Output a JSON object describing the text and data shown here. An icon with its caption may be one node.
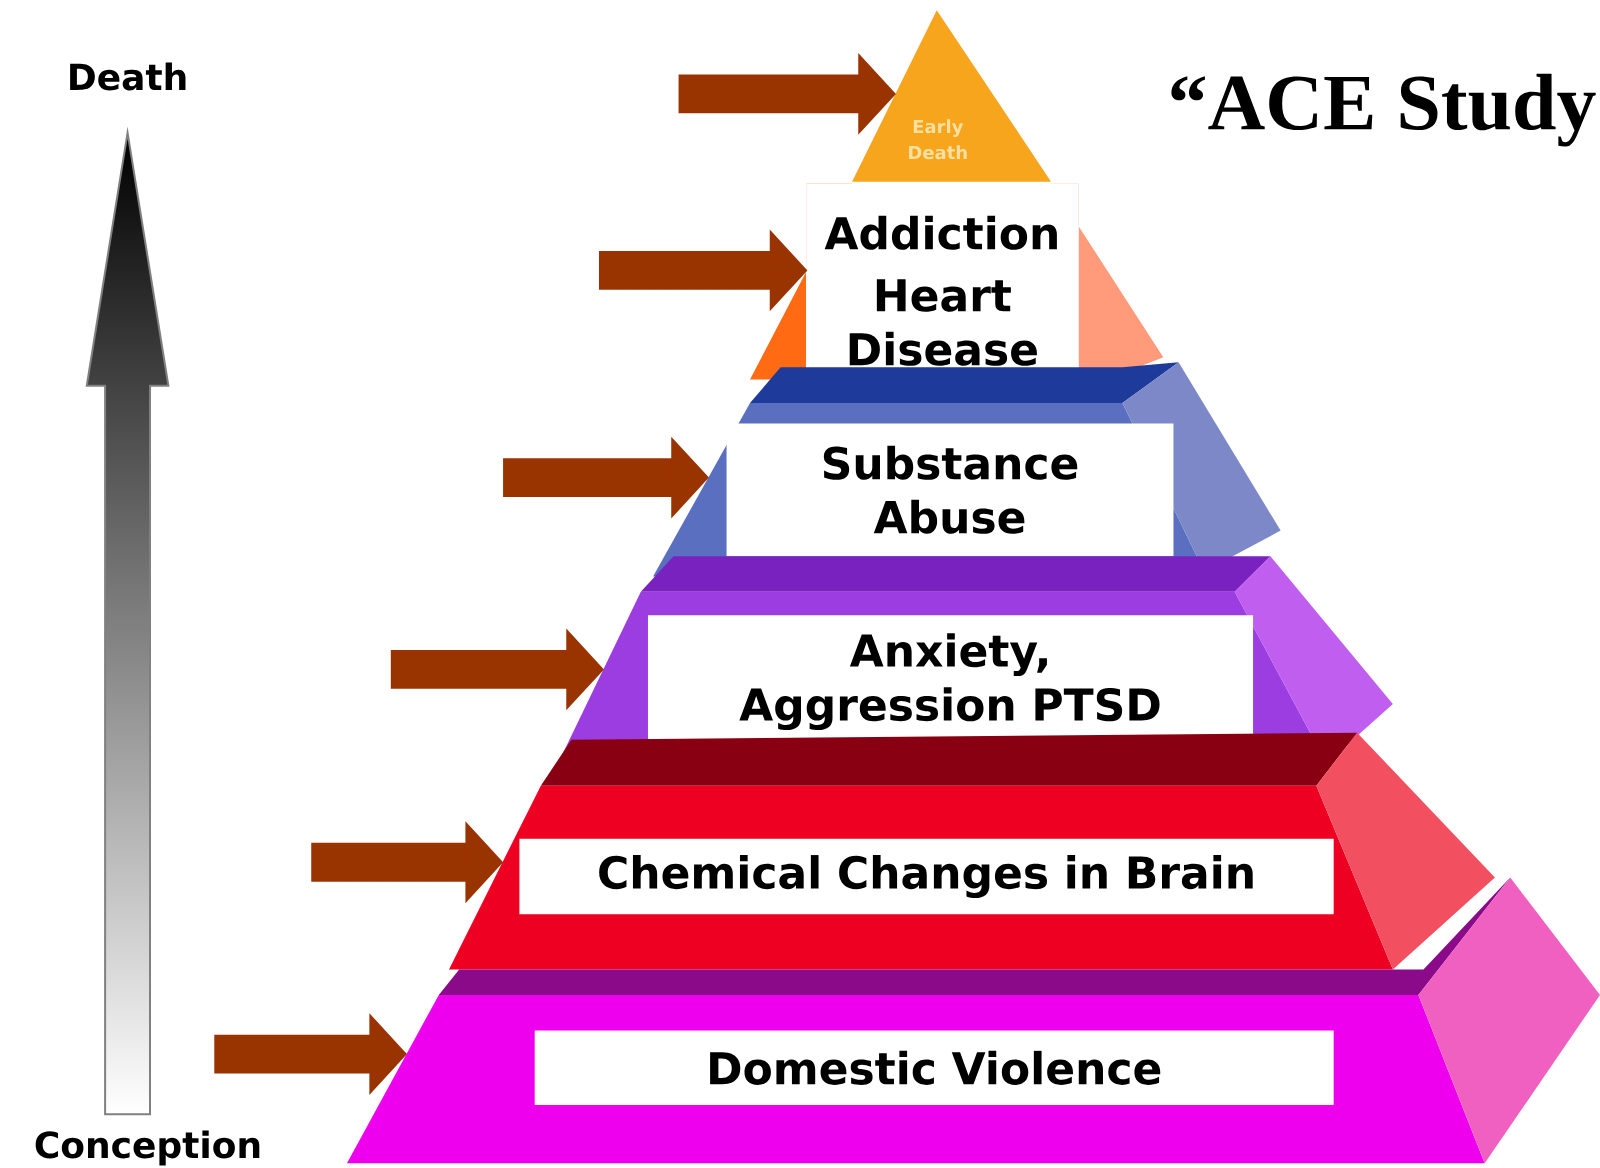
{
  "diagram": {
    "title": "“ACE Study",
    "nodes": [
      {
        "text": [
          "Early Death"
        ]
      },
      {
        "text": [
          "Addiction",
          "Heart Disease"
        ]
      },
      {
        "text": [
          "Substance Abuse"
        ]
      },
      {
        "text": [
          "Anxiety, Aggression PTSD"
        ]
      },
      {
        "text": [
          "Chemical Changes in Brain"
        ]
      },
      {
        "text": [
          "Domestic Violence"
        ]
      }
    ],
    "edges": [
      {
        "from": null,
        "to": 0,
        "arrow": "to"
      },
      {
        "from": null,
        "to": 1,
        "arrow": "to"
      },
      {
        "from": null,
        "to": 2,
        "arrow": "to"
      },
      {
        "from": null,
        "to": 3,
        "arrow": "to"
      },
      {
        "from": null,
        "to": 4,
        "arrow": "to"
      },
      {
        "from": null,
        "to": 5,
        "arrow": "to"
      }
    ],
    "labels": [
      "Death",
      "Conception"
    ]
  }
}
